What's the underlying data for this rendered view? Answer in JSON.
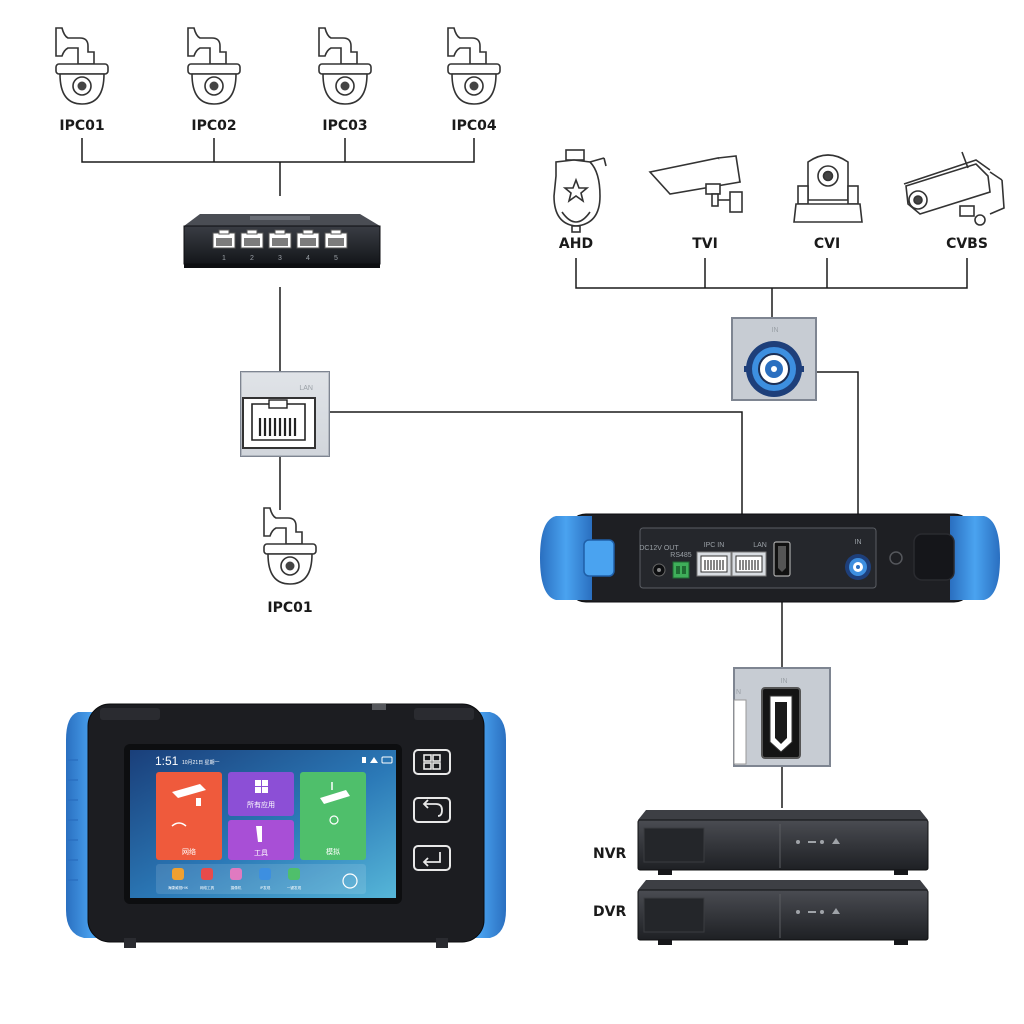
{
  "ip_cameras": [
    {
      "label": "IPC01"
    },
    {
      "label": "IPC02"
    },
    {
      "label": "IPC03"
    },
    {
      "label": "IPC04"
    }
  ],
  "analog_cameras": [
    {
      "label": "AHD",
      "icon": "speed-dome-camera-icon"
    },
    {
      "label": "TVI",
      "icon": "bullet-camera-icon"
    },
    {
      "label": "CVI",
      "icon": "ptz-camera-icon"
    },
    {
      "label": "CVBS",
      "icon": "box-camera-icon"
    }
  ],
  "switch": {
    "port_numbers": [
      "1",
      "2",
      "3",
      "4",
      "5"
    ]
  },
  "lan_port": {
    "label": "LAN"
  },
  "bnc_port": {
    "label": "IN"
  },
  "hdmi_port": {
    "label": "IN"
  },
  "single_camera": {
    "label": "IPC01"
  },
  "tester_panel": {
    "dc_label": "DC12V OUT",
    "rs485_label": "RS485",
    "ipc_in_label": "IPC IN",
    "lan_label": "LAN",
    "bnc_label": "IN"
  },
  "recorders": [
    {
      "label": "NVR"
    },
    {
      "label": "DVR"
    }
  ],
  "tester_screen": {
    "time": "1:51",
    "date": "10月21日 星期一",
    "tiles": [
      {
        "label": "网络"
      },
      {
        "label": "所有应用"
      },
      {
        "label": "工具"
      },
      {
        "label": "模拟"
      }
    ],
    "dock": [
      "海康威视HIK",
      "网络工具",
      "摄像机",
      "IP发现",
      "一键发现"
    ]
  },
  "colors": {
    "accent_blue": "#3d8fe0",
    "device_dark": "#1c1d21",
    "wire": "#1a1a1a",
    "port_frame": "#7e8591",
    "tile_red": "#ef5a3c",
    "tile_purple": "#8c4fd6",
    "tile_green": "#4fbf6b"
  }
}
